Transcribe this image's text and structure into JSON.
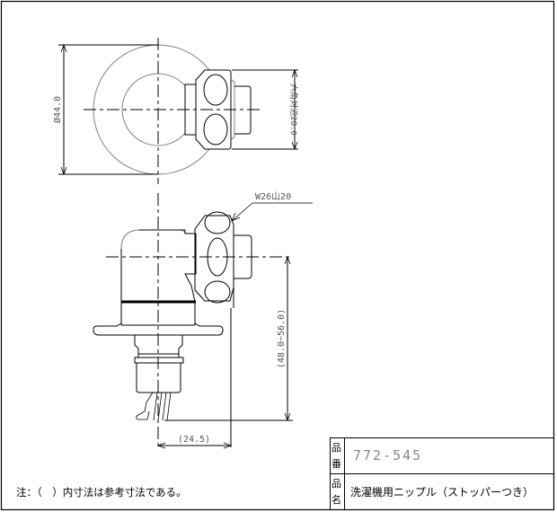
{
  "drawing": {
    "top_view": {
      "diameter_label": "Ø44.0",
      "hex_flats_label": "六角対辺28.0"
    },
    "side_view": {
      "thread_label": "W26山20",
      "height_label": "(48.0~56.0)",
      "offset_label": "(24.5)"
    }
  },
  "note": "注：（　）内寸法は参考寸法である。",
  "title_block": {
    "part_number_label": [
      "品",
      "番"
    ],
    "part_number": "772-545",
    "part_name_label": [
      "品",
      "名"
    ],
    "part_name": "洗濯機用ニップル（ストッパーつき）"
  },
  "colors": {
    "line": "#000000",
    "thin_line": "#808080",
    "dim_text": "#555555",
    "part_number_text": "#888888"
  }
}
